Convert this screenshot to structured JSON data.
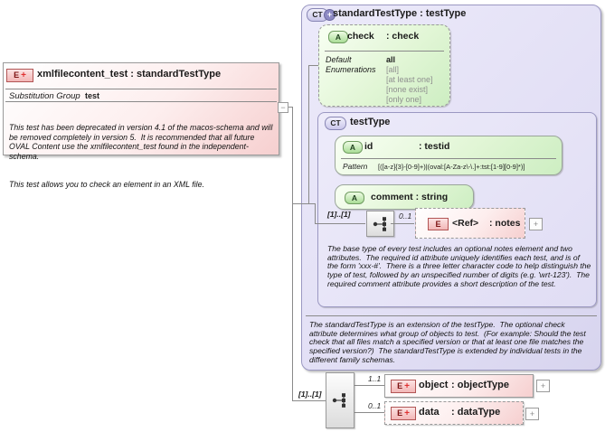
{
  "icons": {
    "plus": "+",
    "expand": "+",
    "collapse": "−"
  },
  "left_element": {
    "badge": "E",
    "title": "xmlfilecontent_test : standardTestType",
    "substitution_group_label": "Substitution Group",
    "substitution_group_value": "test",
    "description_p1": "This test has been deprecated in version 4.1 of the macos-schema and will be removed completely in version 5.  It is recommended that all future OVAL Content use the xmlfilecontent_test found in the independent-schema.",
    "description_p2": "This test allows you to check an element in an XML file."
  },
  "standard_test_type": {
    "badge": "CT",
    "title": "standardTestType : testType",
    "description": "The standardTestType is an extension of the testType.  The optional check attribute determines what group of objects to test.  (For example: Should the test check that all files match a specified version or that at least one file matches the specified version?)  The standardTestType is extended by individual tests in the different family schemas.",
    "check_attribute": {
      "badge": "A",
      "name": "check",
      "type": ": check",
      "default_label": "Default",
      "default_value": "all",
      "enumerations_label": "Enumerations",
      "enumerations": [
        "[all]",
        "[at least one]",
        "[none exist]",
        "[only one]"
      ]
    },
    "test_type": {
      "badge": "CT",
      "title": "testType",
      "id_attribute": {
        "badge": "A",
        "name": "id",
        "type": ": testid",
        "pattern_label": "Pattern",
        "pattern_value": "[([a-z]{3}-[0-9]+)|(oval:[A-Za-z\\-\\.]+:tst:[1-9][0-9]*)]"
      },
      "comment_attribute": {
        "badge": "A",
        "name": "comment : string"
      },
      "sequence_cardinality": "[1]..[1]",
      "notes_element": {
        "cardinality": "0..1",
        "badge": "E",
        "name": "<Ref>",
        "type": ": notes"
      },
      "description": "The base type of every test includes an optional notes element and two attributes.  The required id attribute uniquely identifies each test, and is of the form 'xxx-#'.  There is a three letter character code to help distinguish the type of test, followed by an unspecified number of digits (e.g. 'wrt-123').  The required comment attribute provides a short description of the test."
    }
  },
  "content_model": {
    "sequence_cardinality": "[1]..[1]",
    "object_element": {
      "cardinality": "1..1",
      "badge": "E",
      "name": "object",
      "type": ": objectType"
    },
    "data_element": {
      "cardinality": "0..1",
      "badge": "E",
      "name": "data",
      "type": ": dataType"
    }
  }
}
